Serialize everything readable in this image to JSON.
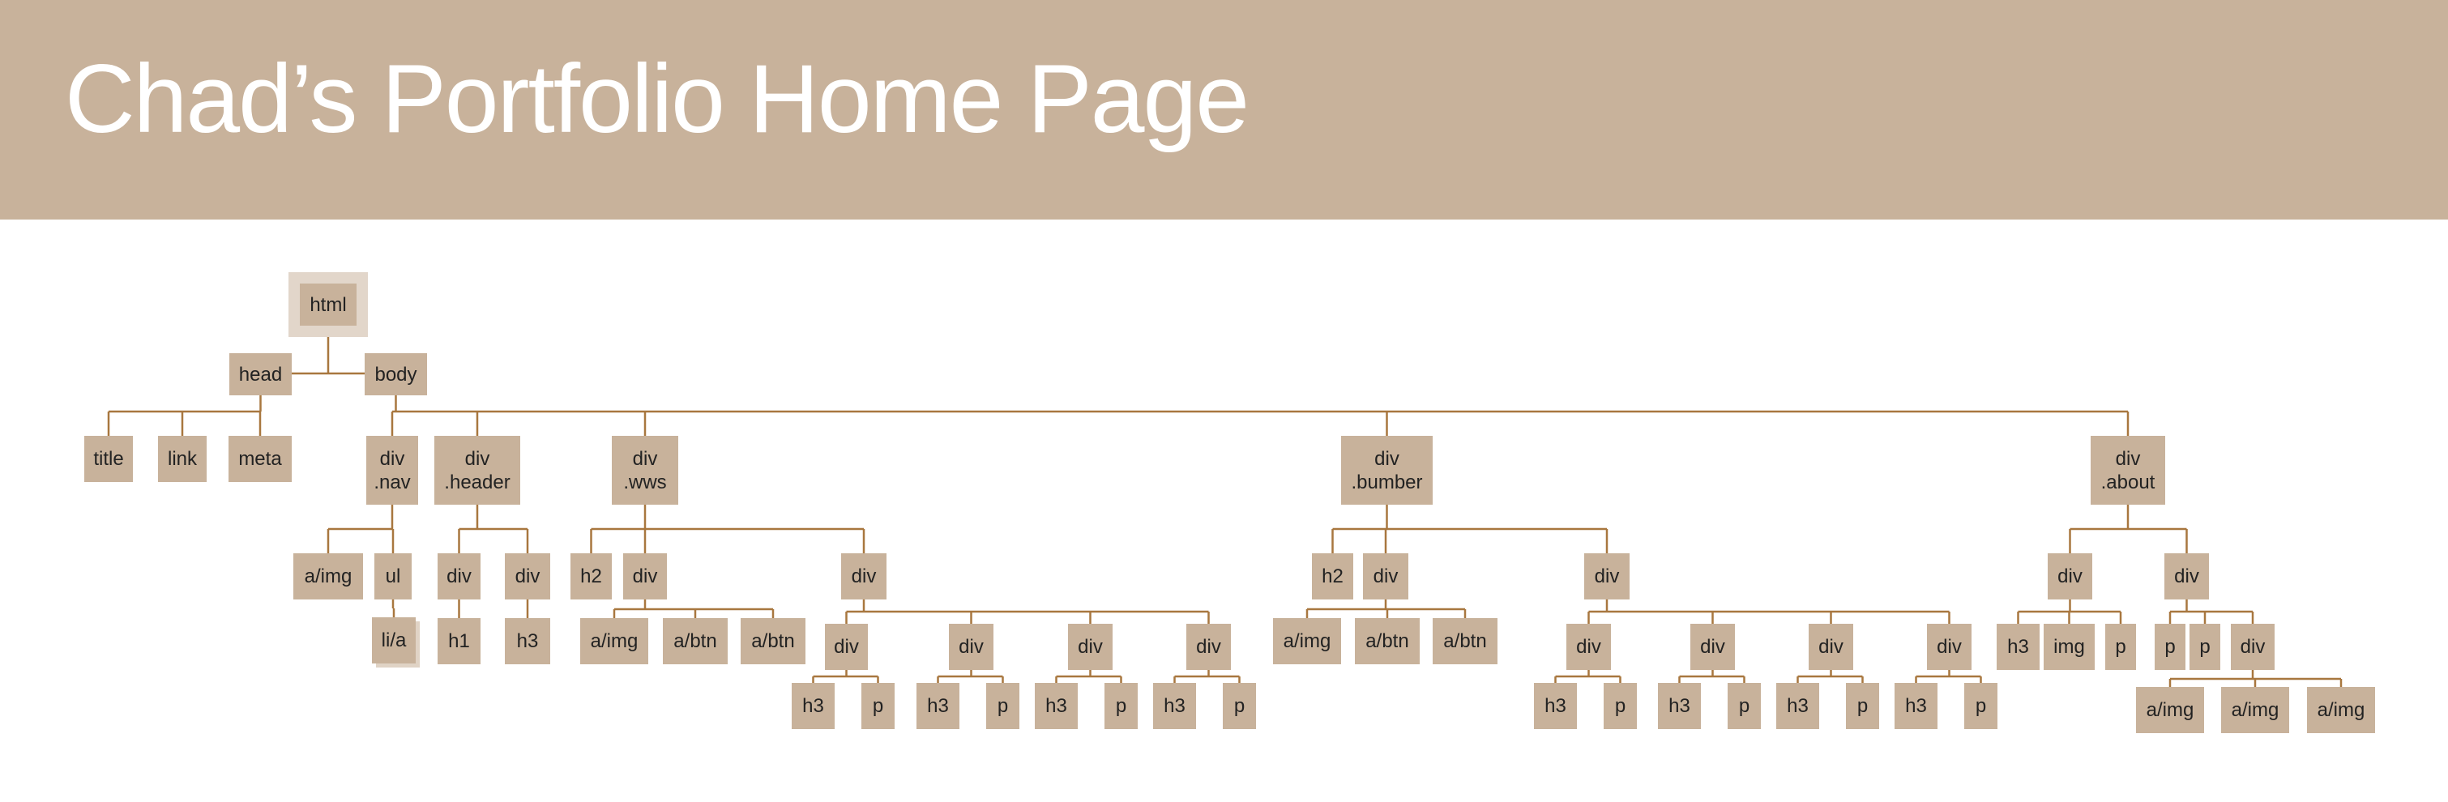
{
  "header": {
    "title": "Chad’s Portfolio Home Page",
    "background_color": "#c8b29b",
    "title_color": "#ffffff"
  },
  "diagram": {
    "type": "dom-tree",
    "node_color": "#c8b29b",
    "line_color": "#a8773f",
    "root_highlight_color": "#e2d6ca",
    "nodes": [
      {
        "id": "html",
        "label": "html",
        "parent": null,
        "emphasis": "root"
      },
      {
        "id": "head",
        "label": "head",
        "parent": "html"
      },
      {
        "id": "body",
        "label": "body",
        "parent": "html"
      },
      {
        "id": "title",
        "label": "title",
        "parent": "head"
      },
      {
        "id": "link",
        "label": "link",
        "parent": "head"
      },
      {
        "id": "meta",
        "label": "meta",
        "parent": "head"
      },
      {
        "id": "div-nav",
        "label": "div\n.nav",
        "parent": "body"
      },
      {
        "id": "div-header",
        "label": "div\n.header",
        "parent": "body"
      },
      {
        "id": "div-wws",
        "label": "div\n.wws",
        "parent": "body"
      },
      {
        "id": "div-bumber",
        "label": "div\n.bumber",
        "parent": "body"
      },
      {
        "id": "div-about",
        "label": "div\n.about",
        "parent": "body"
      },
      {
        "id": "nav-aimg",
        "label": "a/img",
        "parent": "div-nav"
      },
      {
        "id": "nav-ul",
        "label": "ul",
        "parent": "div-nav"
      },
      {
        "id": "nav-lia",
        "label": "li/a",
        "parent": "nav-ul",
        "emphasis": "stacked"
      },
      {
        "id": "header-div1",
        "label": "div",
        "parent": "div-header"
      },
      {
        "id": "header-div2",
        "label": "div",
        "parent": "div-header"
      },
      {
        "id": "header-h1",
        "label": "h1",
        "parent": "header-div1"
      },
      {
        "id": "header-h3",
        "label": "h3",
        "parent": "header-div2"
      },
      {
        "id": "wws-h2",
        "label": "h2",
        "parent": "div-wws"
      },
      {
        "id": "wws-div1",
        "label": "div",
        "parent": "div-wws"
      },
      {
        "id": "wws-div2",
        "label": "div",
        "parent": "div-wws"
      },
      {
        "id": "wws-aimg",
        "label": "a/img",
        "parent": "wws-div1"
      },
      {
        "id": "wws-abtn1",
        "label": "a/btn",
        "parent": "wws-div1"
      },
      {
        "id": "wws-abtn2",
        "label": "a/btn",
        "parent": "wws-div1"
      },
      {
        "id": "wws-c1",
        "label": "div",
        "parent": "wws-div2"
      },
      {
        "id": "wws-c2",
        "label": "div",
        "parent": "wws-div2"
      },
      {
        "id": "wws-c3",
        "label": "div",
        "parent": "wws-div2"
      },
      {
        "id": "wws-c4",
        "label": "div",
        "parent": "wws-div2"
      },
      {
        "id": "wws-c1-h3",
        "label": "h3",
        "parent": "wws-c1"
      },
      {
        "id": "wws-c1-p",
        "label": "p",
        "parent": "wws-c1"
      },
      {
        "id": "wws-c2-h3",
        "label": "h3",
        "parent": "wws-c2"
      },
      {
        "id": "wws-c2-p",
        "label": "p",
        "parent": "wws-c2"
      },
      {
        "id": "wws-c3-h3",
        "label": "h3",
        "parent": "wws-c3"
      },
      {
        "id": "wws-c3-p",
        "label": "p",
        "parent": "wws-c3"
      },
      {
        "id": "wws-c4-h3",
        "label": "h3",
        "parent": "wws-c4"
      },
      {
        "id": "wws-c4-p",
        "label": "p",
        "parent": "wws-c4"
      },
      {
        "id": "bum-h2",
        "label": "h2",
        "parent": "div-bumber"
      },
      {
        "id": "bum-div1",
        "label": "div",
        "parent": "div-bumber"
      },
      {
        "id": "bum-div2",
        "label": "div",
        "parent": "div-bumber"
      },
      {
        "id": "bum-aimg",
        "label": "a/img",
        "parent": "bum-div1"
      },
      {
        "id": "bum-abtn1",
        "label": "a/btn",
        "parent": "bum-div1"
      },
      {
        "id": "bum-abtn2",
        "label": "a/btn",
        "parent": "bum-div1"
      },
      {
        "id": "bum-c1",
        "label": "div",
        "parent": "bum-div2"
      },
      {
        "id": "bum-c2",
        "label": "div",
        "parent": "bum-div2"
      },
      {
        "id": "bum-c3",
        "label": "div",
        "parent": "bum-div2"
      },
      {
        "id": "bum-c4",
        "label": "div",
        "parent": "bum-div2"
      },
      {
        "id": "bum-c1-h3",
        "label": "h3",
        "parent": "bum-c1"
      },
      {
        "id": "bum-c1-p",
        "label": "p",
        "parent": "bum-c1"
      },
      {
        "id": "bum-c2-h3",
        "label": "h3",
        "parent": "bum-c2"
      },
      {
        "id": "bum-c2-p",
        "label": "p",
        "parent": "bum-c2"
      },
      {
        "id": "bum-c3-h3",
        "label": "h3",
        "parent": "bum-c3"
      },
      {
        "id": "bum-c3-p",
        "label": "p",
        "parent": "bum-c3"
      },
      {
        "id": "bum-c4-h3",
        "label": "h3",
        "parent": "bum-c4"
      },
      {
        "id": "bum-c4-p",
        "label": "p",
        "parent": "bum-c4"
      },
      {
        "id": "about-div1",
        "label": "div",
        "parent": "div-about"
      },
      {
        "id": "about-div2",
        "label": "div",
        "parent": "div-about"
      },
      {
        "id": "about-h3",
        "label": "h3",
        "parent": "about-div1"
      },
      {
        "id": "about-img",
        "label": "img",
        "parent": "about-div1"
      },
      {
        "id": "about-p",
        "label": "p",
        "parent": "about-div1"
      },
      {
        "id": "about-p1",
        "label": "p",
        "parent": "about-div2"
      },
      {
        "id": "about-p2",
        "label": "p",
        "parent": "about-div2"
      },
      {
        "id": "about-div3",
        "label": "div",
        "parent": "about-div2"
      },
      {
        "id": "about-aimg1",
        "label": "a/img",
        "parent": "about-div3"
      },
      {
        "id": "about-aimg2",
        "label": "a/img",
        "parent": "about-div3"
      },
      {
        "id": "about-aimg3",
        "label": "a/img",
        "parent": "about-div3"
      }
    ]
  }
}
